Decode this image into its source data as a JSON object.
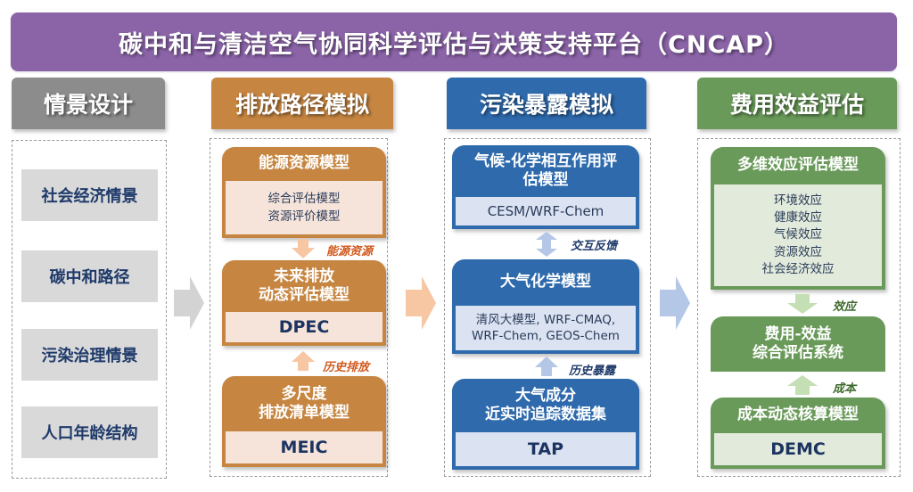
{
  "title": "碳中和与清洁空气协同科学评估与决策支持平台（CNCAP）",
  "columns": [
    {
      "header": "情景设计",
      "color": "#8c8c8c"
    },
    {
      "header": "排放路径模拟",
      "color": "#c68642"
    },
    {
      "header": "污染暴露模拟",
      "color": "#2e6aac"
    },
    {
      "header": "费用效益评估",
      "color": "#6a9a5a"
    }
  ],
  "scenarios": [
    "社会经济情景",
    "碳中和路径",
    "污染治理情景",
    "人口年龄结构"
  ],
  "emission": {
    "energy_model": {
      "title": "能源资源模型",
      "items": [
        "综合评估模型",
        "资源评价模型"
      ]
    },
    "energy_label": "能源资源",
    "dpec_model": {
      "title_line1": "未来排放",
      "title_line2": "动态评估模型",
      "code": "DPEC"
    },
    "history_label": "历史排放",
    "meic_model": {
      "title_line1": "多尺度",
      "title_line2": "排放清单模型",
      "code": "MEIC"
    }
  },
  "exposure": {
    "climate_model": {
      "title_line1": "气候-化学相互作用评",
      "title_line2": "估模型",
      "code": "CESM/WRF-Chem"
    },
    "feedback_label": "交互反馈",
    "chem_model": {
      "title": "大气化学模型",
      "line1": "清风大模型, WRF-CMAQ,",
      "line2": "WRF-Chem, GEOS-Chem"
    },
    "history_label": "历史暴露",
    "tap_model": {
      "title_line1": "大气成分",
      "title_line2": "近实时追踪数据集",
      "code": "TAP"
    }
  },
  "cost": {
    "effect_model": {
      "title": "多维效应评估模型",
      "items": [
        "环境效应",
        "健康效应",
        "气候效应",
        "资源效应",
        "社会经济效应"
      ]
    },
    "effect_label": "效应",
    "cb_system": {
      "title_line1": "费用-效益",
      "title_line2": "综合评估系统"
    },
    "cost_label": "成本",
    "demc_model": {
      "title": "成本动态核算模型",
      "code": "DEMC"
    }
  },
  "arrow_colors": {
    "gray": "#d3d3d3",
    "orange": "#f7c6a3",
    "blue": "#b4c7e7",
    "green": "#c5dfb4"
  }
}
